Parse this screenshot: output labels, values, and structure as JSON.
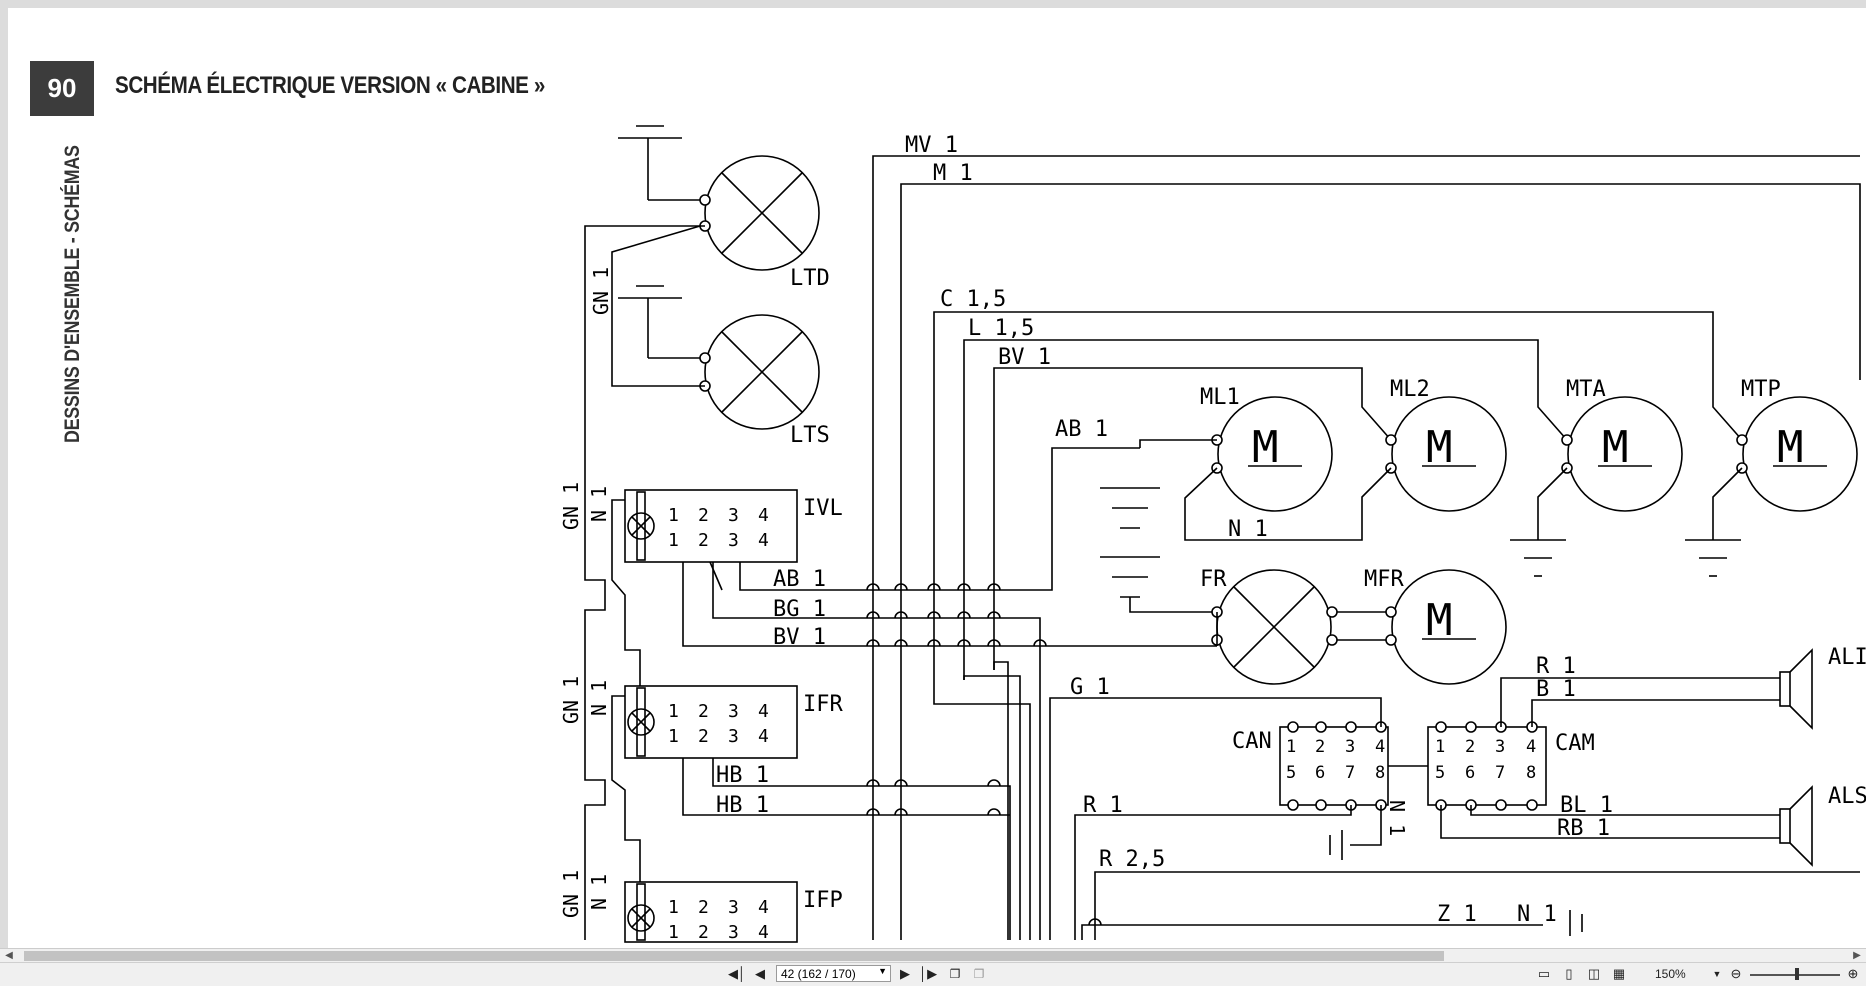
{
  "document": {
    "page_number": "90",
    "title": "SCHÉMA ÉLECTRIQUE VERSION « CABINE »",
    "side_label": "DESSINS D'ENSEMBLE - SCHÉMAS"
  },
  "schematic": {
    "lamps": [
      "LTD",
      "LTS",
      "FR"
    ],
    "motors": [
      {
        "label": "ML1",
        "glyph": "M"
      },
      {
        "label": "ML2",
        "glyph": "M"
      },
      {
        "label": "MTA",
        "glyph": "M"
      },
      {
        "label": "MTP",
        "glyph": "M"
      },
      {
        "label": "MFR",
        "glyph": "M"
      }
    ],
    "switches": [
      "IVL",
      "IFR",
      "IFP"
    ],
    "switch_pins_top": [
      "1",
      "2",
      "3",
      "4"
    ],
    "switch_pins_bottom": [
      "1",
      "2",
      "3",
      "4"
    ],
    "connectors": [
      {
        "label": "CAN",
        "pins": [
          "1",
          "2",
          "3",
          "4",
          "5",
          "6",
          "7",
          "8"
        ]
      },
      {
        "label": "CAM",
        "pins": [
          "1",
          "2",
          "3",
          "4",
          "5",
          "6",
          "7",
          "8"
        ]
      }
    ],
    "speakers": [
      "ALI",
      "ALS"
    ],
    "wires": {
      "mv1": "MV 1",
      "m1": "M 1",
      "c15": "C 1,5",
      "l15": "L 1,5",
      "bv1_top": "BV 1",
      "ab1_top": "AB 1",
      "n1_motor": "N 1",
      "gn1_top": "GN 1",
      "gn1_a": "GN 1",
      "n1_a": "N 1",
      "gn1_b": "GN 1",
      "n1_b": "N 1",
      "gn1_c": "GN 1",
      "n1_c": "N 1",
      "ab1": "AB 1",
      "bg1": "BG 1",
      "bv1": "BV 1",
      "hb1_a": "HB 1",
      "hb1_b": "HB 1",
      "g1": "G 1",
      "r1": "R 1",
      "n1_can": "N 1",
      "r25": "R 2,5",
      "z1": "Z 1",
      "n1_bottom": "N 1",
      "r1_spk": "R 1",
      "b1_spk": "B 1",
      "bl1": "BL 1",
      "rb1": "RB 1"
    }
  },
  "toolbar": {
    "first_page_icon": "first-page-icon",
    "prev_page_icon": "prev-page-icon",
    "page_indicator": "42 (162 / 170)",
    "next_page_icon": "next-page-icon",
    "last_page_icon": "last-page-icon",
    "zoom": "150%",
    "zoom_out_icon": "zoom-out-icon",
    "zoom_in_icon": "zoom-in-icon"
  }
}
